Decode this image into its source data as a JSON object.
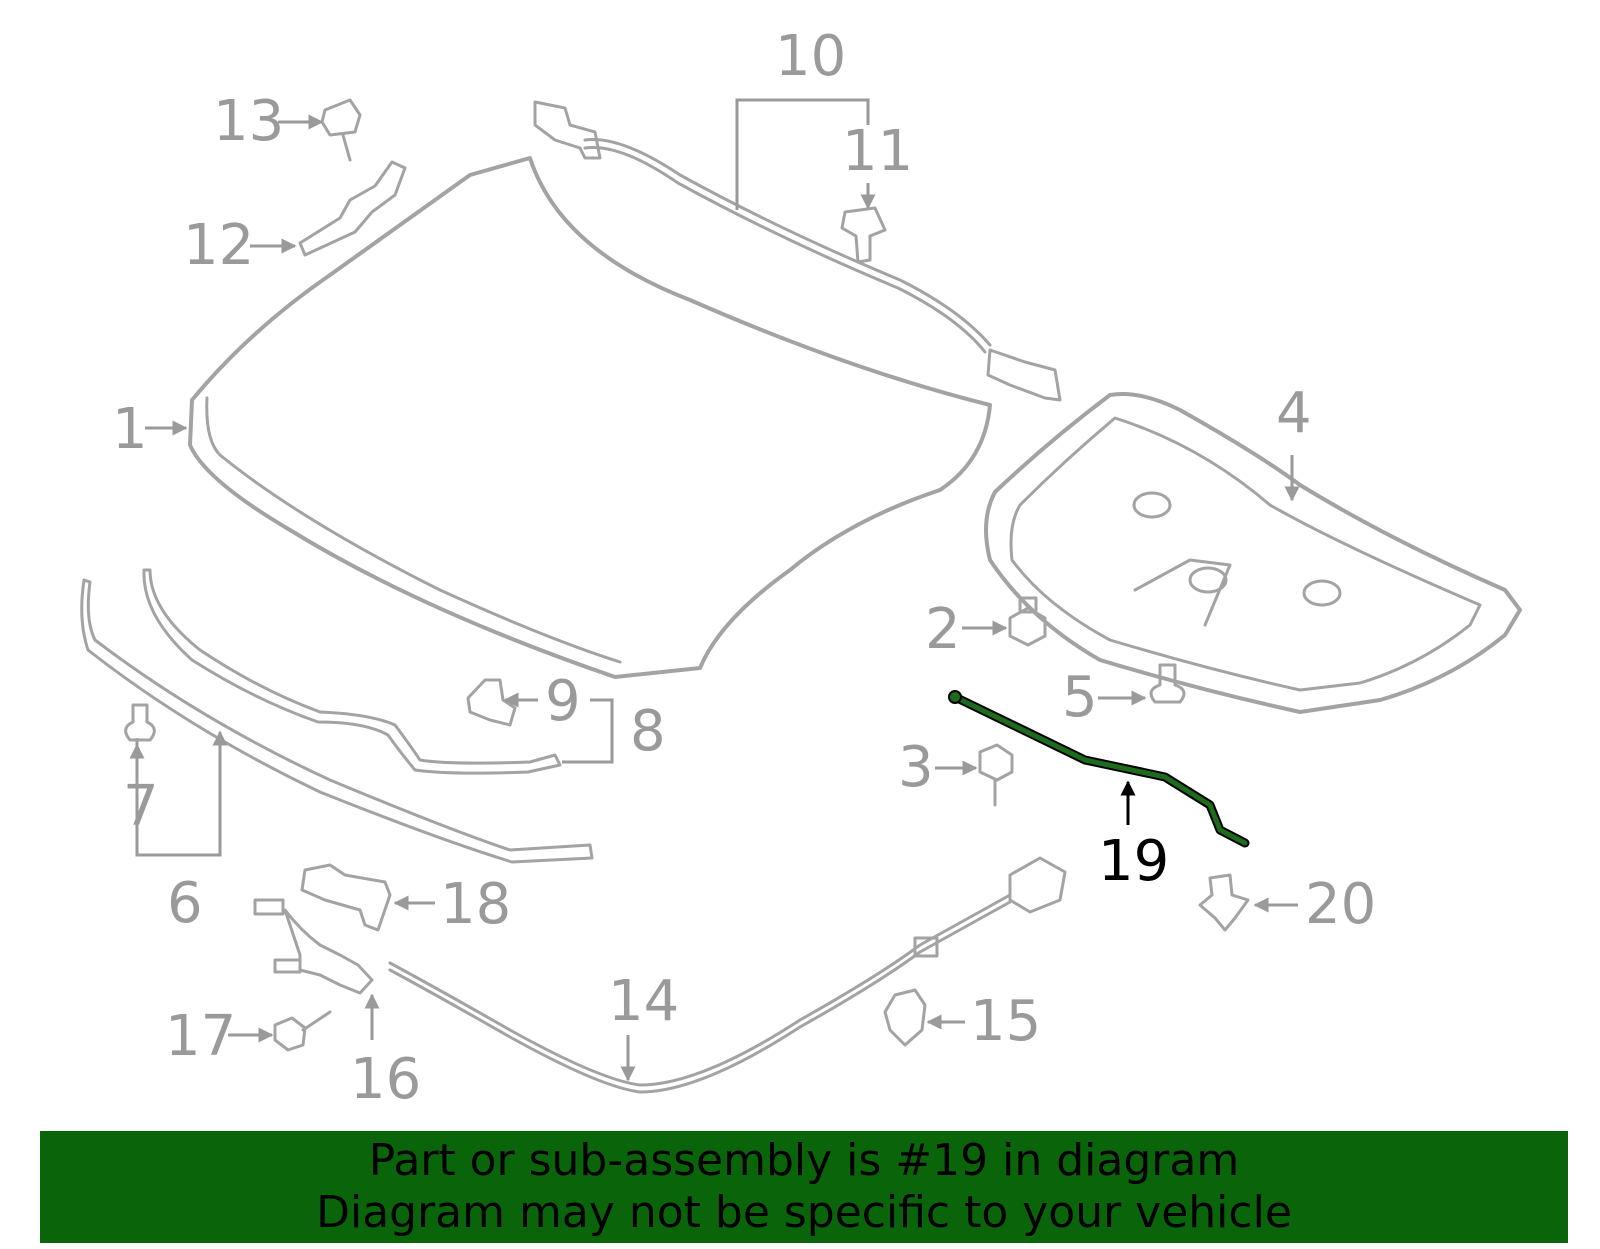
{
  "colors": {
    "part_stroke": "#a3a3a3",
    "highlight_fill": "#1d6b1d",
    "banner_bg": "#0a640a",
    "label": "#9a9a9a",
    "highlight_label": "#000000"
  },
  "callouts": {
    "c1": "1",
    "c2": "2",
    "c3": "3",
    "c4": "4",
    "c5": "5",
    "c6": "6",
    "c7": "7",
    "c8": "8",
    "c9": "9",
    "c10": "10",
    "c11": "11",
    "c12": "12",
    "c13": "13",
    "c14": "14",
    "c15": "15",
    "c16": "16",
    "c17": "17",
    "c18": "18",
    "c19": "19",
    "c20": "20"
  },
  "highlighted_part": "19",
  "banner": {
    "line1": "Part or sub-assembly is #19 in diagram",
    "line2": "Diagram may not be specific to your vehicle"
  }
}
